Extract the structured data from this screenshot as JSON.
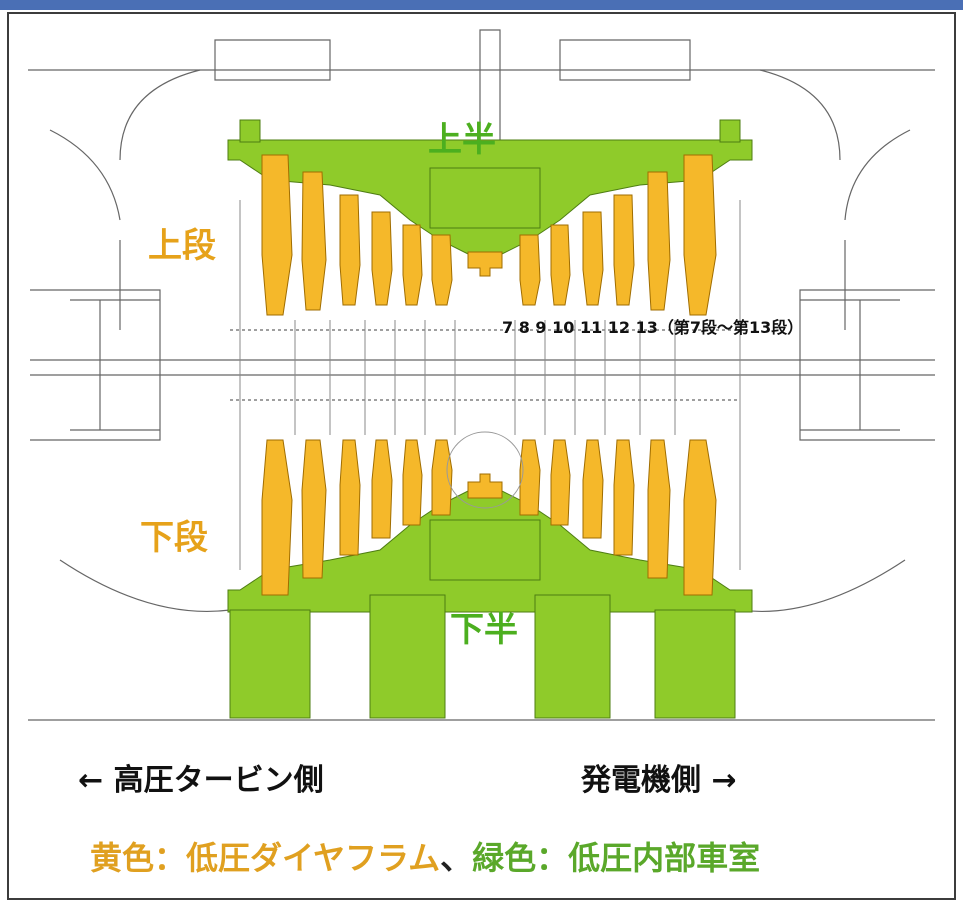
{
  "labels": {
    "upper_half": "上半",
    "lower_half": "下半",
    "upper_stage": "上段",
    "lower_stage": "下段",
    "stage_numbers": "7  8  9 10 11 12  13（第7段～第13段）",
    "left_side": "←  高圧タービン側",
    "right_side": "発電機側  →"
  },
  "legend": {
    "yellow_text": "黄色：低圧ダイヤフラム",
    "separator": "、",
    "green_text": "緑色：低圧内部車室"
  },
  "colors": {
    "diaphragm_yellow": "#f5b82a",
    "casing_green": "#8fcb2a",
    "line": "#555555",
    "frame": "#4a6fb5"
  }
}
